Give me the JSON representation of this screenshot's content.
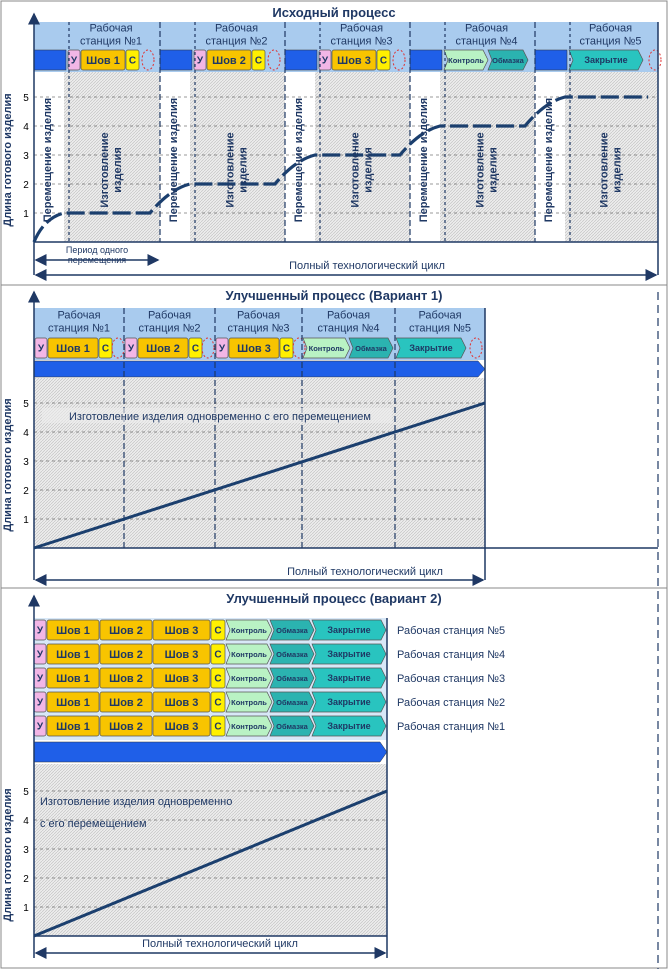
{
  "panel1": {
    "title": "Исходный процесс",
    "stations": [
      "Рабочая\nстанция №1",
      "Рабочая\nстанция №2",
      "Рабочая\nстанция №3",
      "Рабочая\nстанция №4",
      "Рабочая\nстанция №5"
    ],
    "ops": [
      [
        "У",
        "Шов 1",
        "С"
      ],
      [
        "У",
        "Шов 2",
        "С"
      ],
      [
        "У",
        "Шов 3",
        "С"
      ],
      [
        "Контроль",
        "Обмазка"
      ],
      [
        "Закрытие"
      ]
    ],
    "move_label": "Перемещение изделия",
    "make_label": "Изготовление\nизделия",
    "y_ticks": [
      "1",
      "2",
      "3",
      "4",
      "5"
    ],
    "y_label": "Длина готового изделия",
    "move_period_label": "Период одного\nперемещения",
    "cycle_label": "Полный технологический цикл",
    "levels": [
      1,
      2,
      3,
      4,
      5
    ]
  },
  "panel2": {
    "title": "Улучшенный процесс (Вариант 1)",
    "stations": [
      "Рабочая\nстанция №1",
      "Рабочая\nстанция №2",
      "Рабочая\nстанция №3",
      "Рабочая\nстанция №4",
      "Рабочая\nстанция №5"
    ],
    "ops": [
      [
        "У",
        "Шов 1",
        "С"
      ],
      [
        "У",
        "Шов 2",
        "С"
      ],
      [
        "У",
        "Шов 3",
        "С"
      ],
      [
        "Контроль",
        "Обмазка"
      ],
      [
        "Закрытие"
      ]
    ],
    "annotation": "Изготовление изделия одновременно с его перемещением",
    "y_ticks": [
      "1",
      "2",
      "3",
      "4",
      "5"
    ],
    "y_label": "Длина готового изделия",
    "cycle_label": "Полный технологический цикл",
    "line_end": 5
  },
  "panel3": {
    "title": "Улучшенный процесс (вариант 2)",
    "row_ops": [
      "У",
      "Шов 1",
      "Шов 2",
      "Шов 3",
      "С",
      "Контроль",
      "Обмазка",
      "Закрытие"
    ],
    "row_labels": [
      "Рабочая станция №5",
      "Рабочая станция №4",
      "Рабочая станция №3",
      "Рабочая станция №2",
      "Рабочая станция №1"
    ],
    "annotation": "Изготовление изделия одновременно\nс его перемещением",
    "y_ticks": [
      "1",
      "2",
      "3",
      "4",
      "5"
    ],
    "y_label": "Длина готового изделия",
    "cycle_label": "Полный технологический цикл",
    "line_end": 5
  },
  "colors": {
    "title": "#1f3864",
    "header_bg": "#a9cbee",
    "bar": "#1f5fe8",
    "u": "#f2b6e6",
    "weld": "#f8c400",
    "c": "#fff000",
    "ctrl": "#b9f2c4",
    "coat": "#2bb3b0",
    "close": "#29c4bf",
    "line": "#1b3f6e",
    "hatch": "#c9c9c9"
  }
}
